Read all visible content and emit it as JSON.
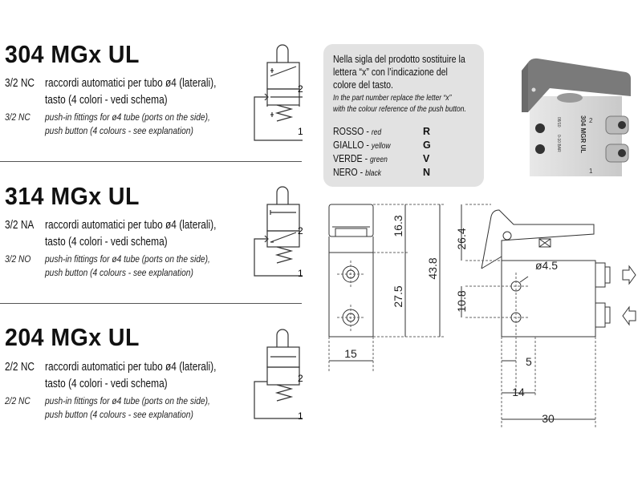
{
  "products": [
    {
      "title": "304 MGx UL",
      "code_it": "3/2 NC",
      "desc_it_1": "raccordi automatici per tubo ø4 (laterali),",
      "desc_it_2": "tasto (4 colori - vedi schema)",
      "code_en": "3/2 NC",
      "desc_en_1": "push-in fittings for ø4 tube (ports on the side),",
      "desc_en_2": "push button (4 colours - see explanation)",
      "port_out": "2",
      "port_in": "1"
    },
    {
      "title": "314 MGx UL",
      "code_it": "3/2 NA",
      "desc_it_1": "raccordi automatici per tubo ø4 (laterali),",
      "desc_it_2": "tasto (4 colori - vedi schema)",
      "code_en": "3/2 NO",
      "desc_en_1": "push-in fittings for ø4 tube (ports on the side),",
      "desc_en_2": "push button (4 colours - see explanation)",
      "port_out": "2",
      "port_in": "1"
    },
    {
      "title": "204 MGx UL",
      "code_it": "2/2 NC",
      "desc_it_1": "raccordi automatici per tubo ø4 (laterali),",
      "desc_it_2": "tasto (4 colori - vedi schema)",
      "code_en": "2/2 NC",
      "desc_en_1": "push-in fittings for ø4 tube (ports on the side),",
      "desc_en_2": "push button (4 colours - see explanation)",
      "port_out": "2",
      "port_in": "1"
    }
  ],
  "info": {
    "it_1": "Nella sigla del prodotto sostituire la",
    "it_2": "lettera “x” con l’indicazione del",
    "it_3": "colore del tasto.",
    "en_1": "In the part number replace the letter “x”",
    "en_2": "with the colour reference of the push button.",
    "colors": [
      {
        "it": "ROSSO",
        "en": "red",
        "code": "R"
      },
      {
        "it": "GIALLO",
        "en": "yellow",
        "code": "G"
      },
      {
        "it": "VERDE",
        "en": "green",
        "code": "V"
      },
      {
        "it": "NERO",
        "en": "black",
        "code": "N"
      }
    ]
  },
  "photo": {
    "label": "304 MGR UL",
    "port_2": "2",
    "port_1": "1",
    "marking_1": "08/10",
    "marking_2": "0-10 BAR"
  },
  "dimensions": {
    "d16_3": "16.3",
    "d27_5": "27.5",
    "d43_8": "43.8",
    "d15": "15",
    "d26_4": "26.4",
    "d4_5": "ø4.5",
    "d10_8": "10.8",
    "d5": "5",
    "d14": "14",
    "d30": "30"
  },
  "colors": {
    "info_bg": "#e2e2e2",
    "button_gray": "#7a7a7a",
    "body_silver": "#d4d4d4"
  }
}
